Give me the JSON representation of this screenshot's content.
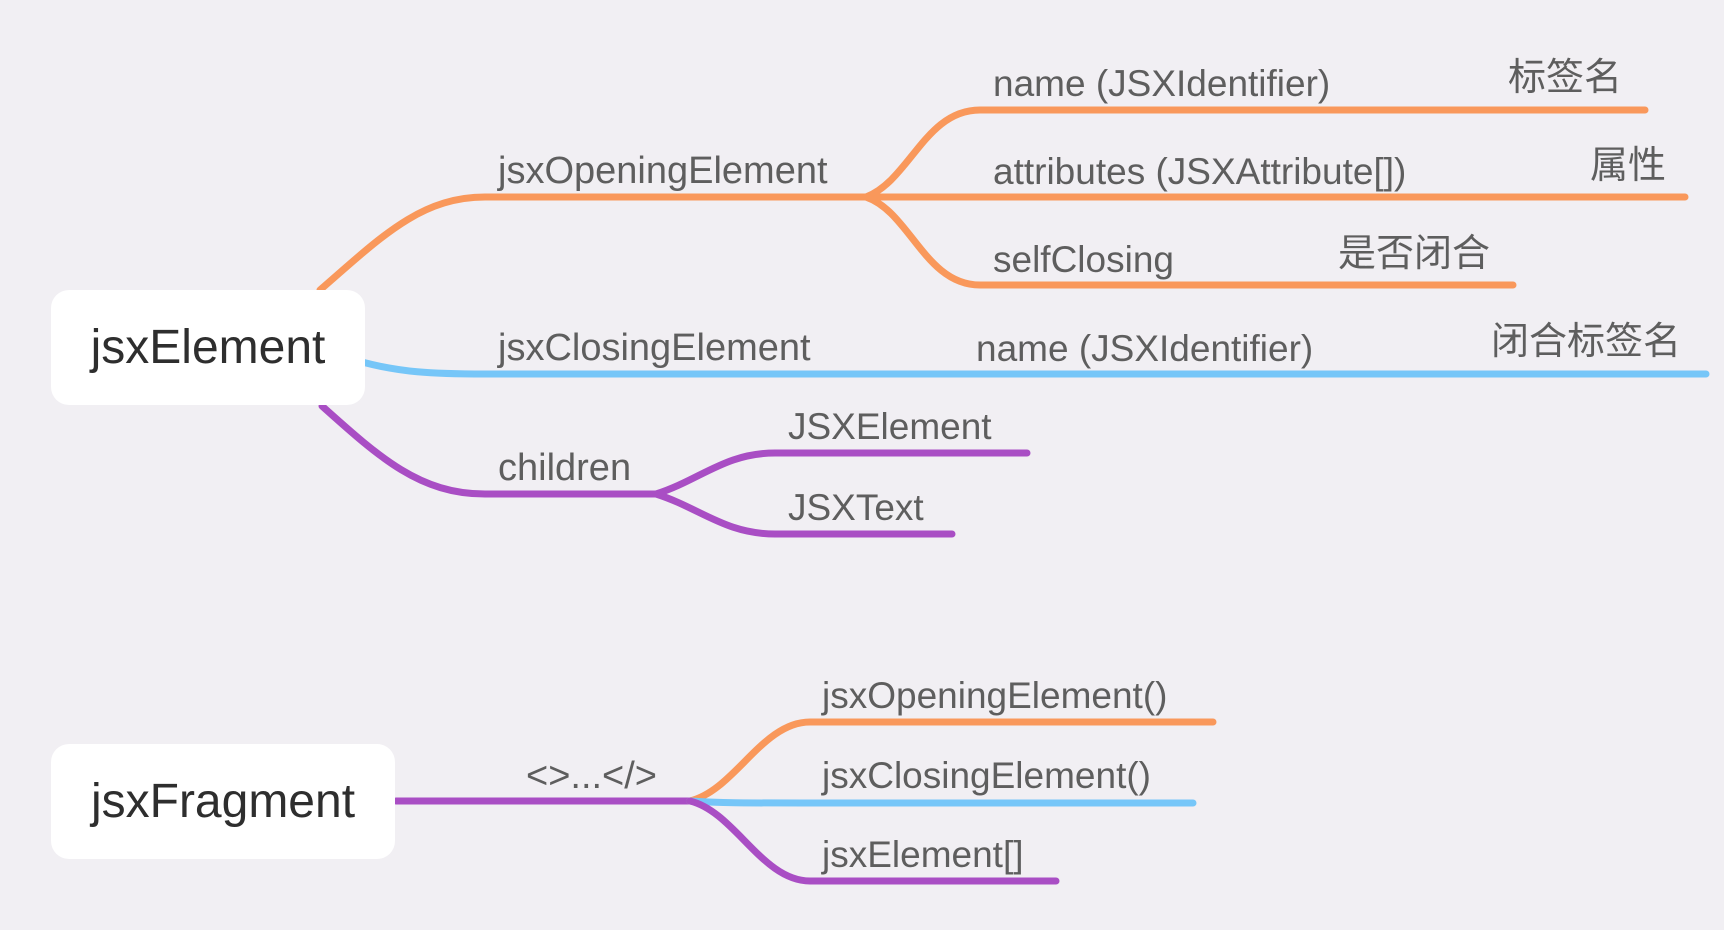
{
  "colors": {
    "background": "#f1eff3",
    "orange": "#f9985b",
    "blue": "#76c6f8",
    "purple": "#a94ec4",
    "box": "#ffffff",
    "text": "#5e5e5e"
  },
  "jsx_element": {
    "root": "jsxElement",
    "opening": {
      "label": "jsxOpeningElement",
      "name": {
        "label": "name (JSXIdentifier)",
        "note": "标签名"
      },
      "attributes": {
        "label": "attributes (JSXAttribute[])",
        "note": "属性"
      },
      "self_closing": {
        "label": "selfClosing",
        "note": "是否闭合"
      }
    },
    "closing": {
      "label": "jsxClosingElement",
      "name": {
        "label": "name (JSXIdentifier)",
        "note": "闭合标签名"
      }
    },
    "children": {
      "label": "children",
      "items": [
        "JSXElement",
        "JSXText"
      ]
    }
  },
  "jsx_fragment": {
    "root": "jsxFragment",
    "syntax": "<>...</>",
    "items": [
      "jsxOpeningElement()",
      "jsxClosingElement()",
      "jsxElement[]"
    ]
  }
}
